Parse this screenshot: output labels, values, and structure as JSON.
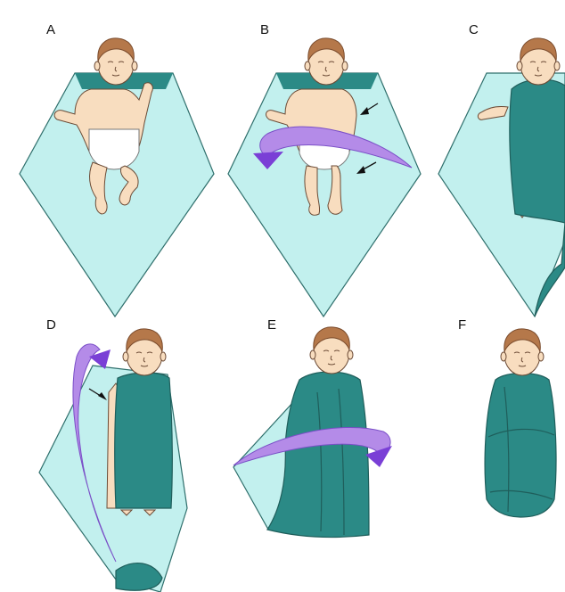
{
  "panels": [
    {
      "label": "A"
    },
    {
      "label": "B"
    },
    {
      "label": "C"
    },
    {
      "label": "D"
    },
    {
      "label": "E"
    },
    {
      "label": "F"
    }
  ],
  "colors": {
    "blanket": "#c2f0ee",
    "wrap": "#2b8a86",
    "arrow": "#b48be8",
    "arrow_head": "#7a3fd6",
    "skin": "#f8ddbf",
    "hair": "#b5784a"
  }
}
